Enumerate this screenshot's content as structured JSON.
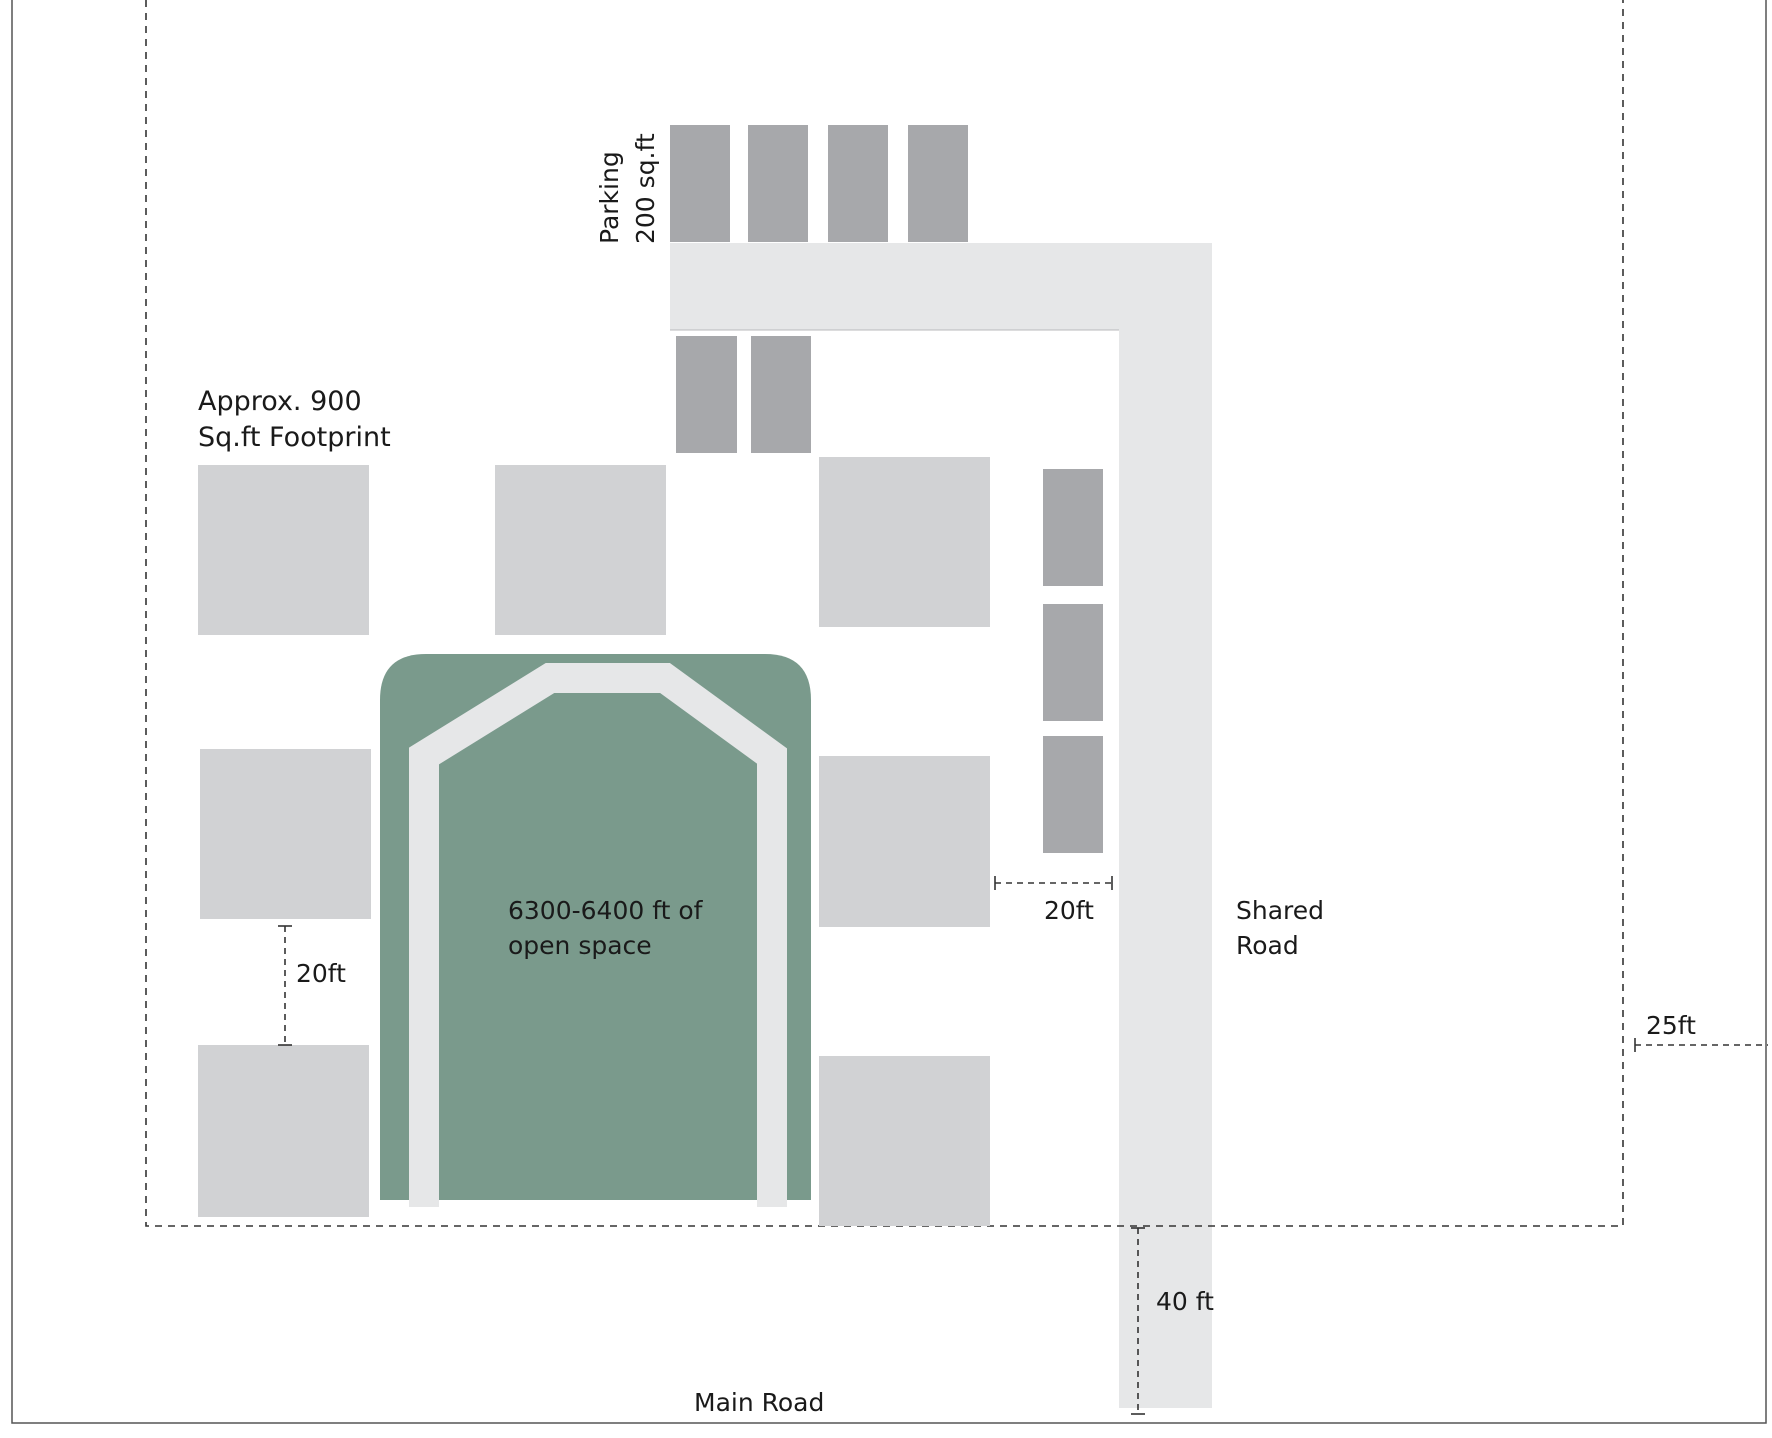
{
  "labels": {
    "parking_line1": "Parking",
    "parking_line2": "200 sq.ft",
    "footprint_line1": "Approx. 900",
    "footprint_line2": "Sq.ft Footprint",
    "open_space_line1": "6300-6400 ft of",
    "open_space_line2": "open space",
    "gap_right": "20ft",
    "gap_left": "20ft",
    "shared_road_line1": "Shared",
    "shared_road_line2": "Road",
    "setback_right": "25ft",
    "setback_bottom": "40 ft",
    "main_road": "Main Road"
  },
  "colors": {
    "house": "#d1d2d4",
    "parking": "#a7a8ab",
    "road": "#e6e7e8",
    "open_space": "#7a9a8c",
    "path": "#e6e7e8",
    "line": "#333333"
  }
}
